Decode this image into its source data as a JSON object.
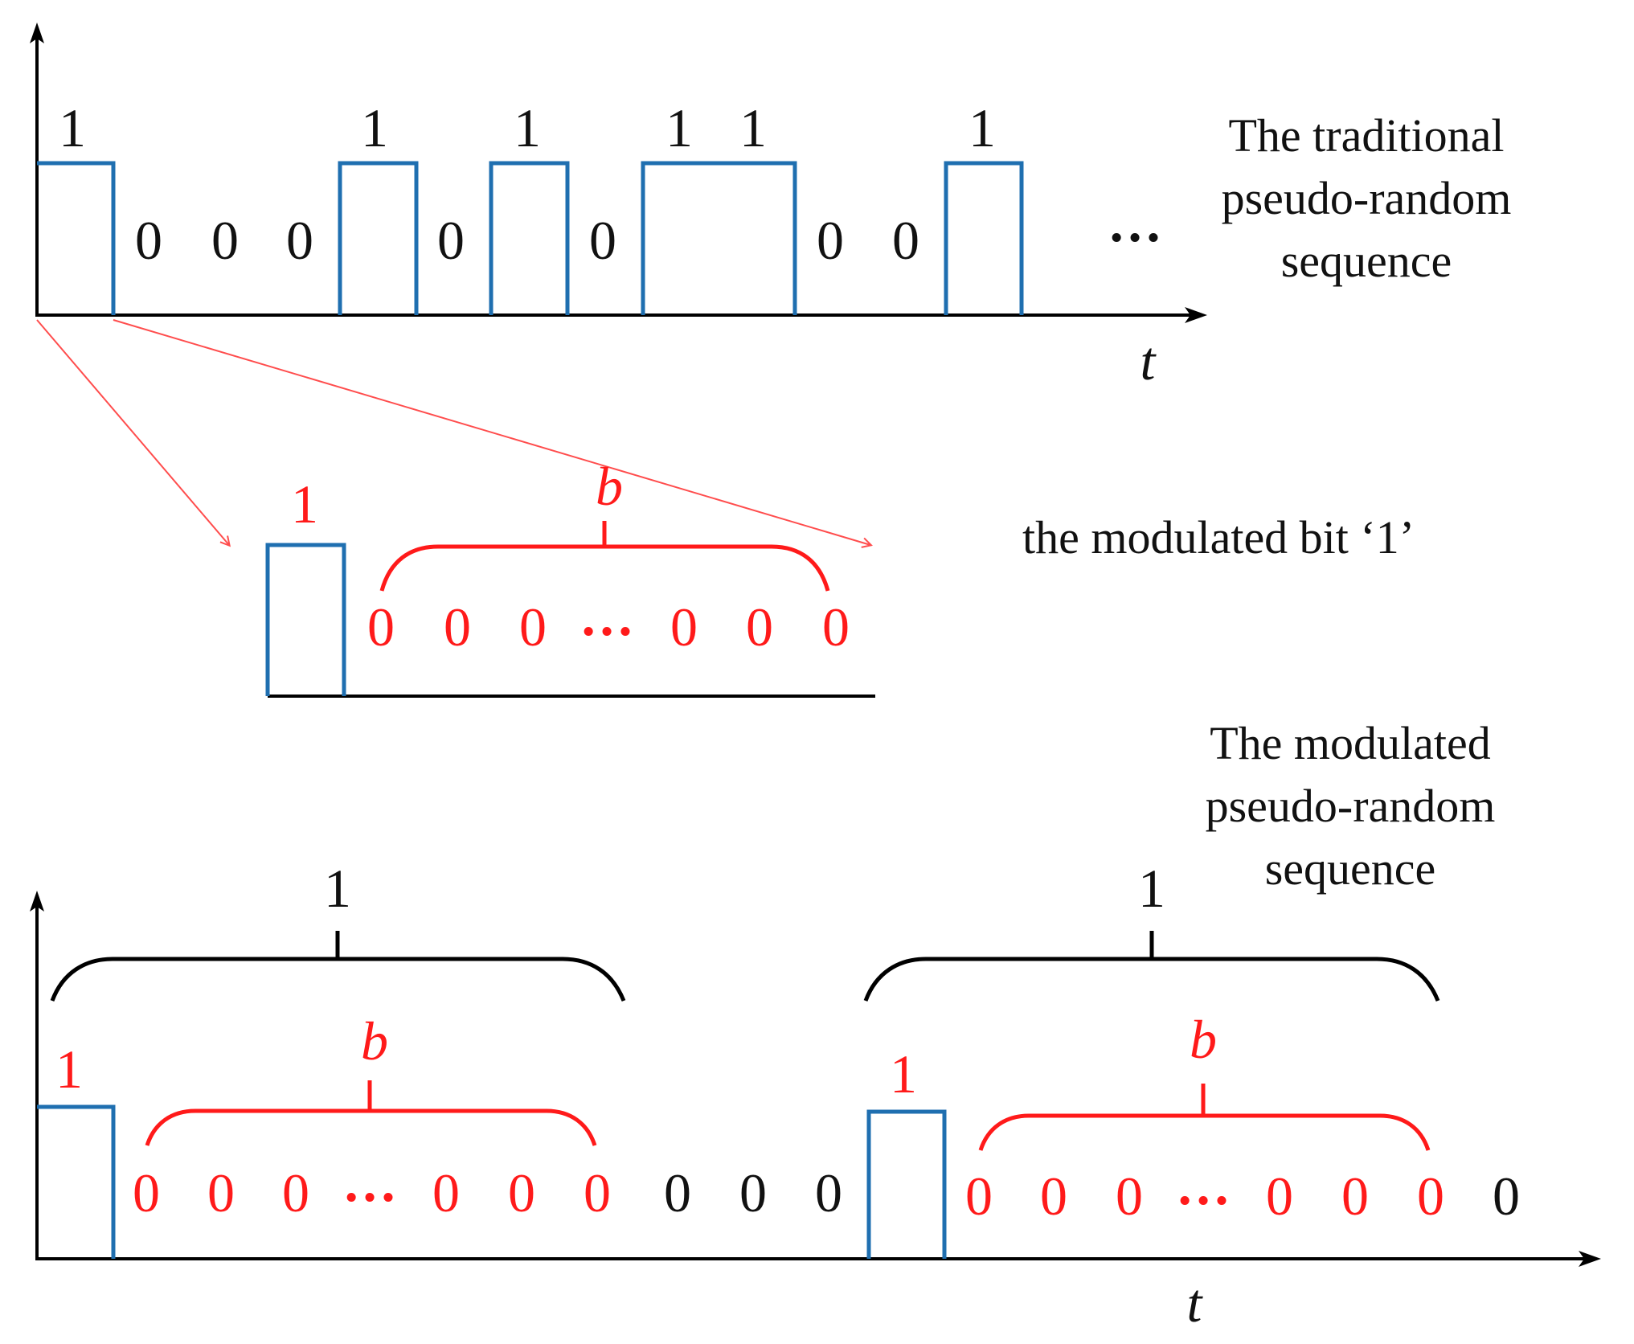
{
  "colors": {
    "axis": "#000000",
    "pulse": "#1f6fb0",
    "highlight": "#ff1a1a",
    "text": "#111111"
  },
  "top": {
    "bits": [
      "1",
      "0",
      "0",
      "0",
      "1",
      "0",
      "1",
      "0",
      "1",
      "1",
      "0",
      "0",
      "1"
    ],
    "ellipsis": "…",
    "axis_label": "t",
    "title_lines": [
      "The traditional",
      "pseudo-random",
      "sequence"
    ]
  },
  "middle": {
    "bit_label": "1",
    "brace_label": "b",
    "zeros": [
      "0",
      "0",
      "0",
      "…",
      "0",
      "0",
      "0"
    ],
    "caption": "the modulated bit ‘1’"
  },
  "bottom": {
    "title_lines": [
      "The modulated",
      "pseudo-random",
      "sequence"
    ],
    "group_labels": [
      "1",
      "1"
    ],
    "pulse_labels": [
      "1",
      "1"
    ],
    "b_labels": [
      "b",
      "b"
    ],
    "group1_zeros": [
      "0",
      "0",
      "0",
      "…",
      "0",
      "0",
      "0"
    ],
    "plain_zeros_1": [
      "0",
      "0",
      "0"
    ],
    "group2_zeros": [
      "0",
      "0",
      "0",
      "…",
      "0",
      "0",
      "0"
    ],
    "plain_zeros_2": [
      "0"
    ],
    "axis_label": "t"
  }
}
